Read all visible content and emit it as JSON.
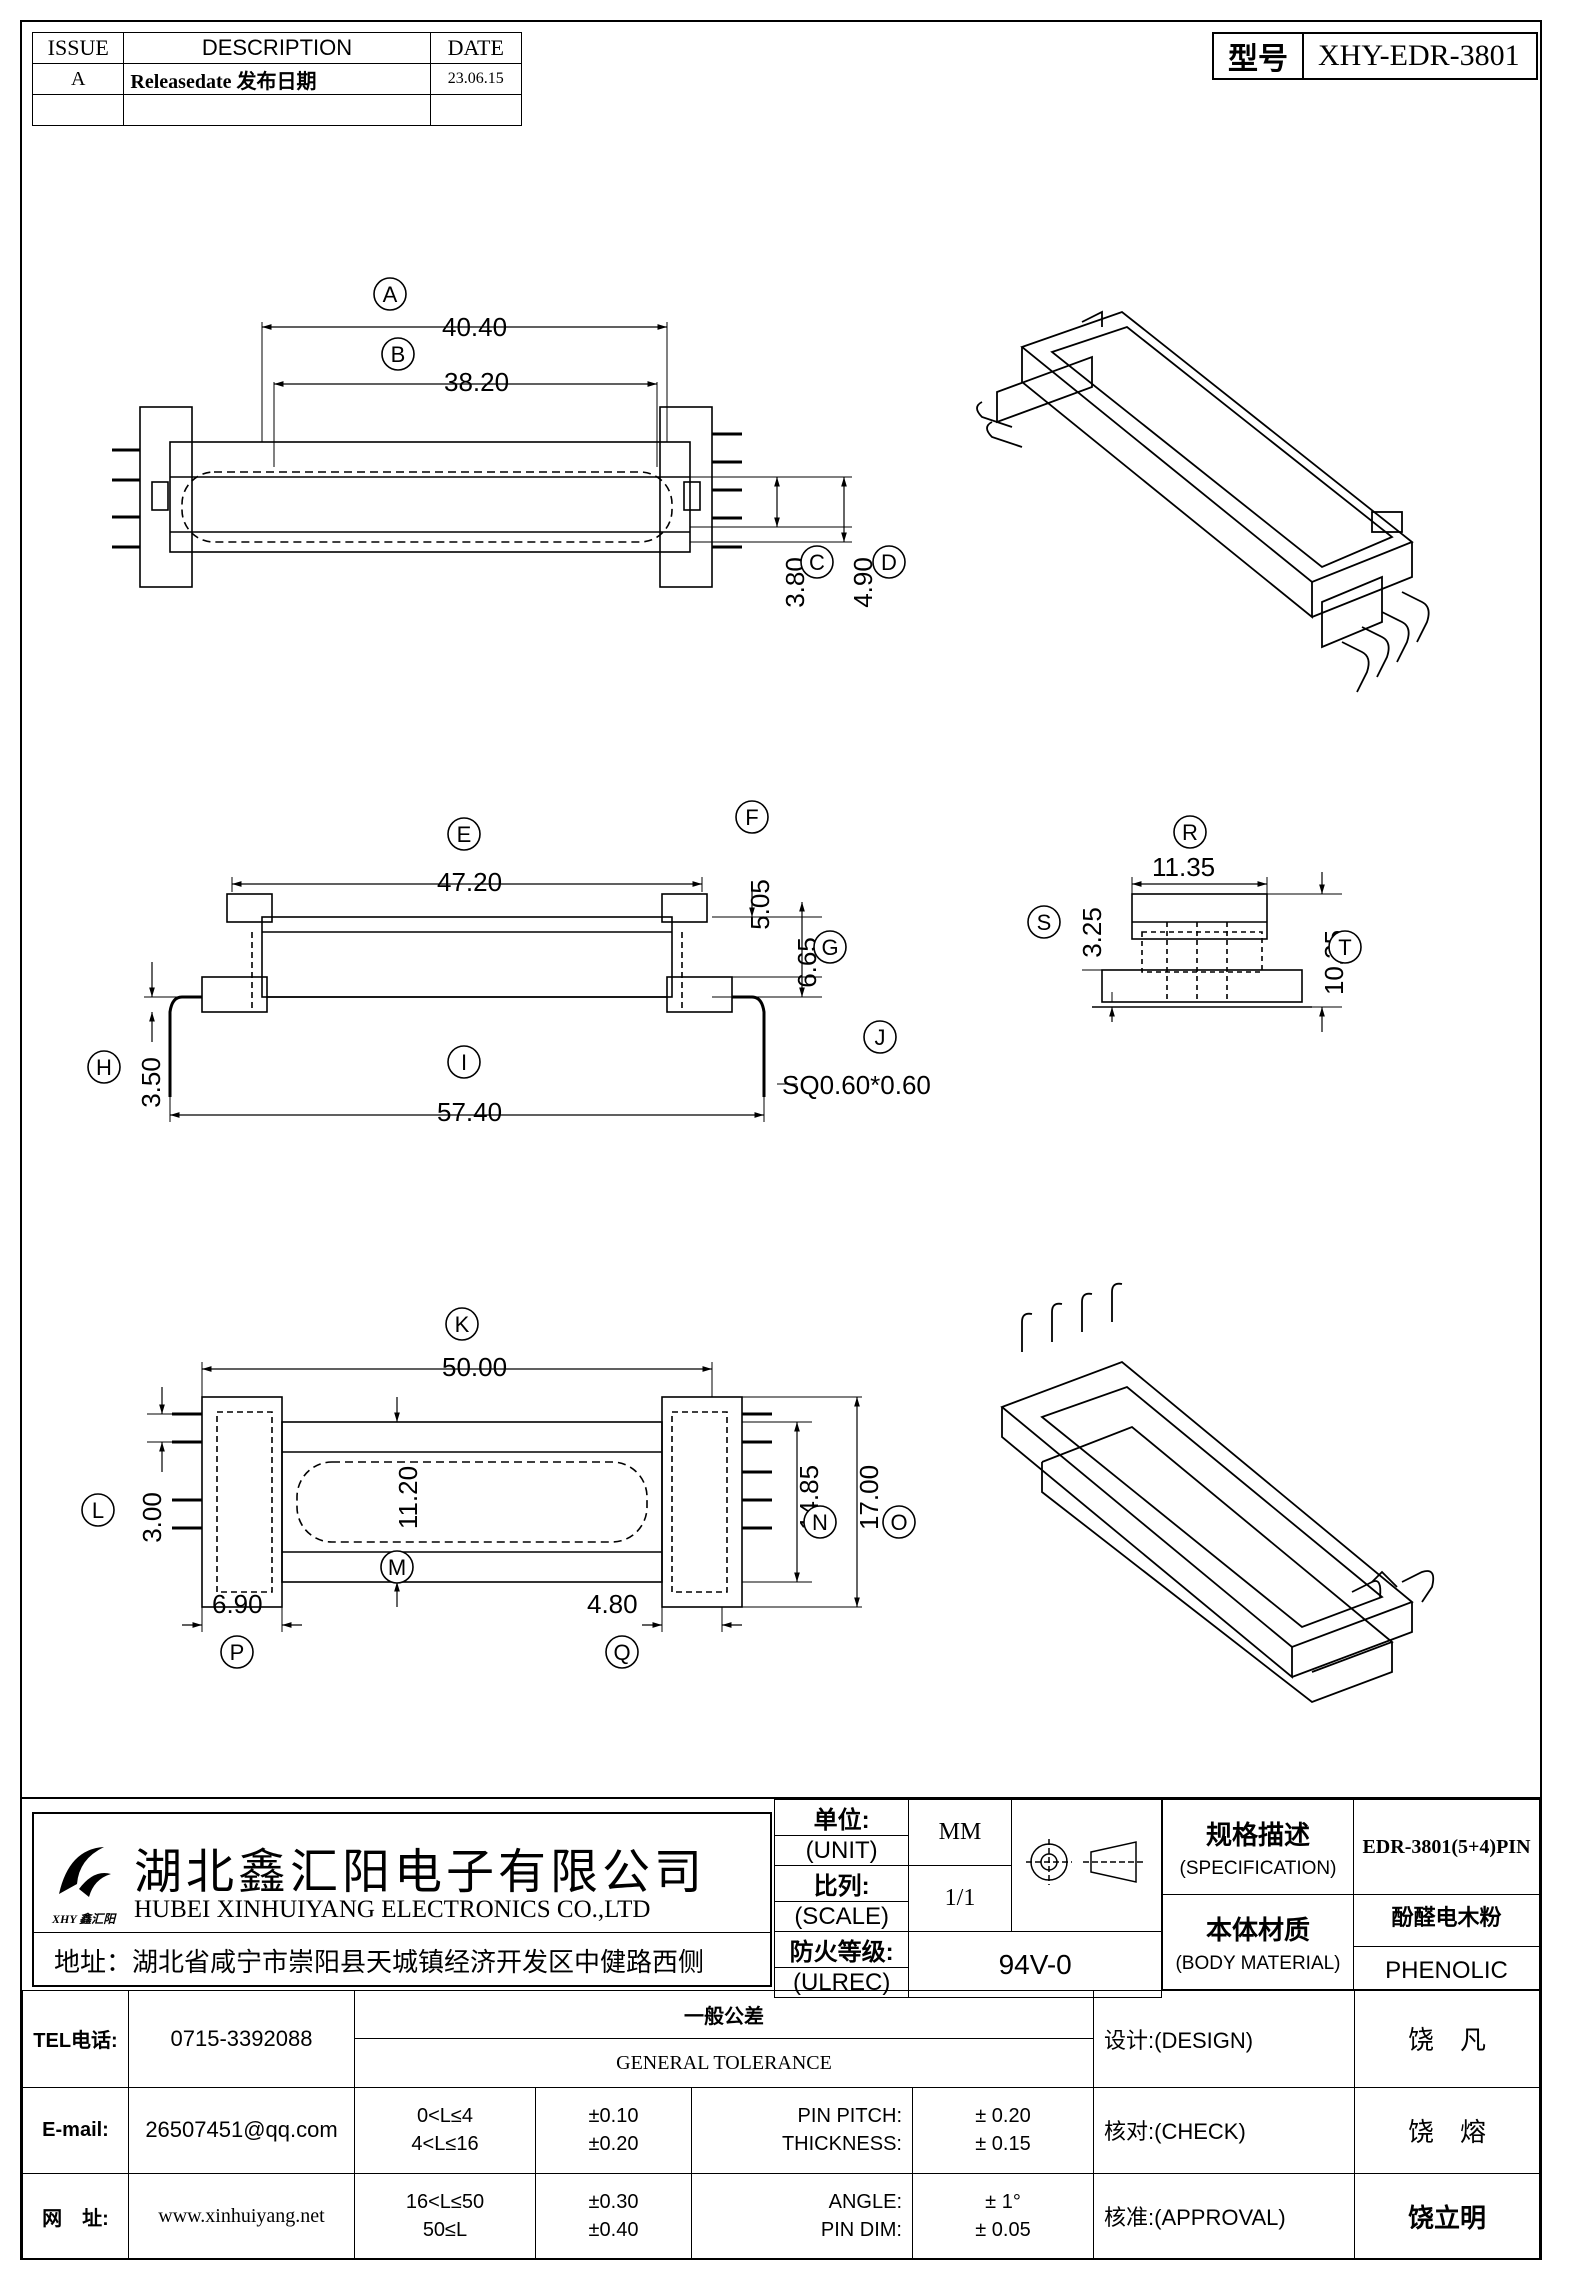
{
  "revision_table": {
    "headers": [
      "ISSUE",
      "DESCRIPTION",
      "DATE"
    ],
    "rows": [
      {
        "issue": "A",
        "description": "Releasedate 发布日期",
        "date": "23.06.15"
      }
    ]
  },
  "model": {
    "label": "型号",
    "value": "XHY-EDR-3801"
  },
  "dimensions": {
    "A": "40.40",
    "B": "38.20",
    "C": "3.80",
    "D": "4.90",
    "E": "47.20",
    "F": "5.05",
    "G": "6.65",
    "H": "3.50",
    "I": "57.40",
    "J": "SQ0.60*0.60",
    "K": "50.00",
    "L": "3.00",
    "M": "11.20",
    "N": "14.85",
    "O": "17.00",
    "P": "6.90",
    "Q": "4.80",
    "R": "11.35",
    "S": "3.25",
    "T": "10.35"
  },
  "company": {
    "name_cn": "湖北鑫汇阳电子有限公司",
    "name_en": "HUBEI XINHUIYANG ELECTRONICS CO.,LTD",
    "address": "地址：湖北省咸宁市崇阳县天城镇经济开发区中健路西侧",
    "logo_text": "XHY 鑫汇阳"
  },
  "title_block": {
    "unit_cn": "单位:",
    "unit_en": "(UNIT)",
    "unit_value": "MM",
    "scale_cn": "比列:",
    "scale_en": "(SCALE)",
    "scale_value": "1/1",
    "fire_cn": "防火等级:",
    "fire_en": "(ULREC)",
    "fire_value": "94V-0",
    "spec_cn": "规格描述",
    "spec_en": "(SPECIFICATION)",
    "spec_value": "EDR-3801(5+4)PIN",
    "material_cn": "本体材质",
    "material_en": "(BODY MATERIAL)",
    "material_value_cn": "酚醛电木粉",
    "material_value_en": "PHENOLIC",
    "tel_label": "TEL电话:",
    "tel": "0715-3392088",
    "email_label": "E-mail:",
    "email": "26507451@qq.com",
    "web_label": "网　址:",
    "web": "www.xinhuiyang.net",
    "tol_cn": "一般公差",
    "tol_en": "GENERAL TOLERANCE",
    "tolerances": [
      {
        "range": "0<L≤4",
        "value": "±0.10"
      },
      {
        "range": "4<L≤16",
        "value": "±0.20"
      },
      {
        "range": "16<L≤50",
        "value": "±0.30"
      },
      {
        "range": "50≤L",
        "value": "±0.40"
      }
    ],
    "params": [
      {
        "name": "PIN PITCH:",
        "value": "± 0.20"
      },
      {
        "name": "THICKNESS:",
        "value": "± 0.15"
      },
      {
        "name": "ANGLE:",
        "value": "± 1°"
      },
      {
        "name": "PIN DIM:",
        "value": "± 0.05"
      }
    ],
    "design_label": "设计:(DESIGN)",
    "design_name": "饶　凡",
    "check_label": "核对:(CHECK)",
    "check_name": "饶　熔",
    "approval_label": "核准:(APPROVAL)",
    "approval_name": "饶立明"
  }
}
